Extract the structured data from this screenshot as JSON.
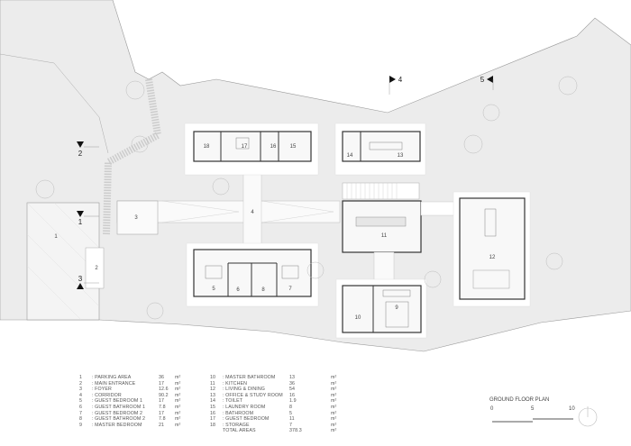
{
  "plan": {
    "title": "GROUND FLOOR PLAN",
    "scale": {
      "ticks": [
        "0",
        "5",
        "10"
      ]
    },
    "section_markers": [
      "1",
      "2",
      "3",
      "4",
      "5"
    ],
    "room_labels": {
      "r1": "1",
      "r2": "2",
      "r3": "3",
      "r4": "4",
      "r5": "5",
      "r6": "6",
      "r7": "7",
      "r8": "8",
      "r9": "9",
      "r10": "10",
      "r11": "11",
      "r12": "12",
      "r13": "13",
      "r14": "14",
      "r15": "15",
      "r16": "16",
      "r17": "17",
      "r18": "18"
    }
  },
  "legend": {
    "left": [
      {
        "num": "1",
        "name": ": PARKING AREA",
        "area": "36",
        "unit": "m²"
      },
      {
        "num": "2",
        "name": ": MAIN ENTRANCE",
        "area": "17",
        "unit": "m²"
      },
      {
        "num": "3",
        "name": ": FOYER",
        "area": "12.6",
        "unit": "m²"
      },
      {
        "num": "4",
        "name": ": CORRIDOR",
        "area": "90.2",
        "unit": "m²"
      },
      {
        "num": "5",
        "name": ": GUEST BEDROOM 1",
        "area": "17",
        "unit": "m²"
      },
      {
        "num": "6",
        "name": ": GUEST BATHROOM 1",
        "area": "7.8",
        "unit": "m²"
      },
      {
        "num": "7",
        "name": ": GUEST BEDROOM 2",
        "area": "17",
        "unit": "m²"
      },
      {
        "num": "8",
        "name": ": GUEST BATHROOM 2",
        "area": "7.8",
        "unit": "m²"
      },
      {
        "num": "9",
        "name": ": MASTER BEDROOM",
        "area": "21",
        "unit": "m²"
      }
    ],
    "right": [
      {
        "num": "10",
        "name": ": MASTER BATHROOM",
        "area": "13",
        "unit": "m²"
      },
      {
        "num": "11",
        "name": ": KITCHEN",
        "area": "36",
        "unit": "m²"
      },
      {
        "num": "12",
        "name": ": LIVING & DINING",
        "area": "54",
        "unit": "m²"
      },
      {
        "num": "13",
        "name": ": OFFICE & STUDY ROOM",
        "area": "16",
        "unit": "m²"
      },
      {
        "num": "14",
        "name": ": TOILET",
        "area": "1.9",
        "unit": "m²"
      },
      {
        "num": "15",
        "name": ": LAUNDRY ROOM",
        "area": "8",
        "unit": "m²"
      },
      {
        "num": "16",
        "name": ": BATHROOM",
        "area": "5",
        "unit": "m²"
      },
      {
        "num": "17",
        "name": ": GUEST BEDROOM",
        "area": "11",
        "unit": "m²"
      },
      {
        "num": "18",
        "name": ": STORAGE",
        "area": "7",
        "unit": "m²"
      },
      {
        "num": "",
        "name": "TOTAL AREAS",
        "area": "378.3",
        "unit": "m²"
      }
    ]
  }
}
